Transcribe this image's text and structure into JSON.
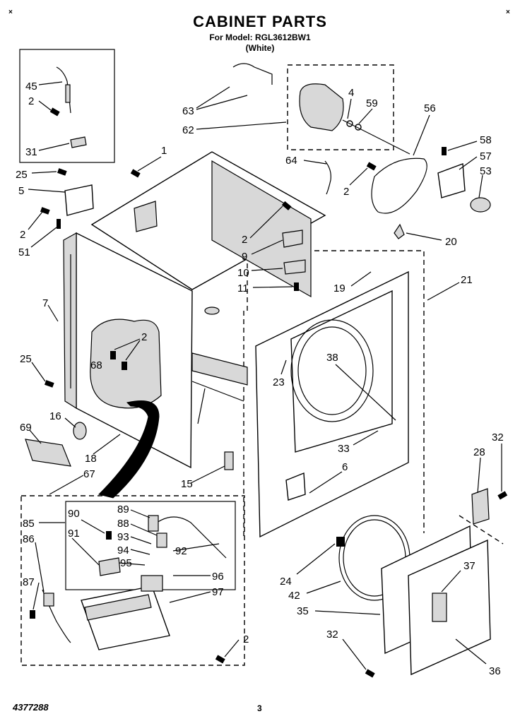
{
  "header": {
    "title": "CABINET PARTS",
    "model": "For Model: RGL3612BW1",
    "color": "(White)"
  },
  "corner_marks": [
    "×",
    "×"
  ],
  "footer": {
    "doc_number": "4377288",
    "page": "3"
  },
  "callouts": [
    {
      "id": "c45",
      "text": "45"
    },
    {
      "id": "c2a",
      "text": "2"
    },
    {
      "id": "c31",
      "text": "31"
    },
    {
      "id": "c63",
      "text": "63"
    },
    {
      "id": "c62",
      "text": "62"
    },
    {
      "id": "c4",
      "text": "4"
    },
    {
      "id": "c59",
      "text": "59"
    },
    {
      "id": "c56",
      "text": "56"
    },
    {
      "id": "c58",
      "text": "58"
    },
    {
      "id": "c57",
      "text": "57"
    },
    {
      "id": "c53",
      "text": "53"
    },
    {
      "id": "c1",
      "text": "1"
    },
    {
      "id": "c64",
      "text": "64"
    },
    {
      "id": "c2b",
      "text": "2"
    },
    {
      "id": "c25a",
      "text": "25"
    },
    {
      "id": "c5",
      "text": "5"
    },
    {
      "id": "c2c",
      "text": "2"
    },
    {
      "id": "c51",
      "text": "51"
    },
    {
      "id": "c20",
      "text": "20"
    },
    {
      "id": "c2d",
      "text": "2"
    },
    {
      "id": "c9",
      "text": "9"
    },
    {
      "id": "c10",
      "text": "10"
    },
    {
      "id": "c11",
      "text": "11"
    },
    {
      "id": "c19",
      "text": "19"
    },
    {
      "id": "c21",
      "text": "21"
    },
    {
      "id": "c7",
      "text": "7"
    },
    {
      "id": "c2e",
      "text": "2"
    },
    {
      "id": "c68",
      "text": "68"
    },
    {
      "id": "c38",
      "text": "38"
    },
    {
      "id": "c23",
      "text": "23"
    },
    {
      "id": "c25b",
      "text": "25"
    },
    {
      "id": "c16",
      "text": "16"
    },
    {
      "id": "c69",
      "text": "69"
    },
    {
      "id": "c18",
      "text": "18"
    },
    {
      "id": "c33",
      "text": "33"
    },
    {
      "id": "c6",
      "text": "6"
    },
    {
      "id": "c67",
      "text": "67"
    },
    {
      "id": "c15",
      "text": "15"
    },
    {
      "id": "c32a",
      "text": "32"
    },
    {
      "id": "c28",
      "text": "28"
    },
    {
      "id": "c85",
      "text": "85"
    },
    {
      "id": "c90",
      "text": "90"
    },
    {
      "id": "c89",
      "text": "89"
    },
    {
      "id": "c88",
      "text": "88"
    },
    {
      "id": "c86",
      "text": "86"
    },
    {
      "id": "c91",
      "text": "91"
    },
    {
      "id": "c93",
      "text": "93"
    },
    {
      "id": "c94",
      "text": "94"
    },
    {
      "id": "c92",
      "text": "92"
    },
    {
      "id": "c95",
      "text": "95"
    },
    {
      "id": "c96",
      "text": "96"
    },
    {
      "id": "c87",
      "text": "87"
    },
    {
      "id": "c97",
      "text": "97"
    },
    {
      "id": "c37",
      "text": "37"
    },
    {
      "id": "c24",
      "text": "24"
    },
    {
      "id": "c42",
      "text": "42"
    },
    {
      "id": "c35",
      "text": "35"
    },
    {
      "id": "c32b",
      "text": "32"
    },
    {
      "id": "c2f",
      "text": "2"
    },
    {
      "id": "c36",
      "text": "36"
    }
  ]
}
